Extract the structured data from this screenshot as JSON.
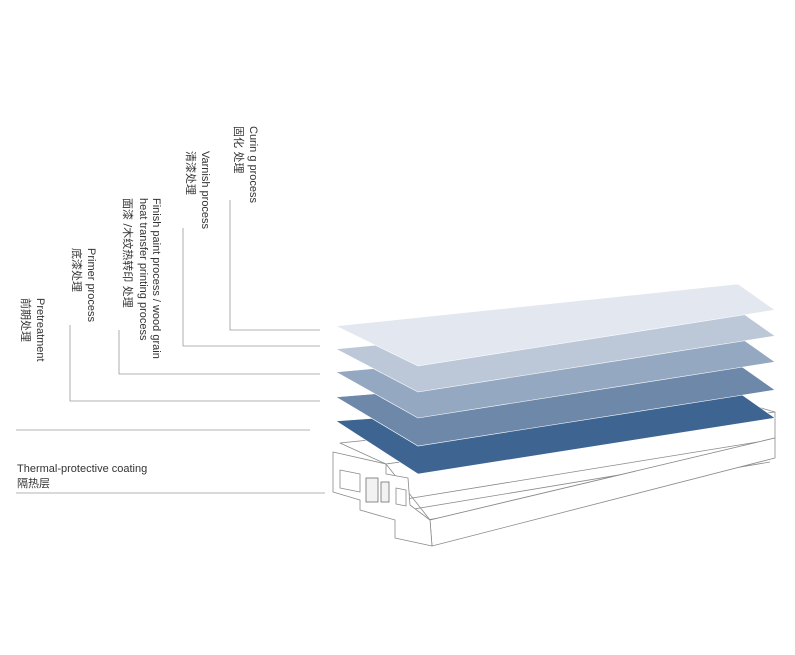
{
  "diagram": {
    "labels": {
      "curing_en": "Curin g process",
      "curing_cn": "固化 处理",
      "varnish_en": "Varnish process",
      "varnish_cn": "清漆处理",
      "finish_en_1": "Finish paint process / wood grain",
      "finish_en_2": "heat transfer printing process",
      "finish_cn": "面漆 /木纹热转印 处理",
      "primer_en": "Primer process",
      "primer_cn": "底漆处理",
      "pretreat_en": "Pretreatment",
      "pretreat_cn": "前期处理",
      "thermal_en": "Thermal-protective coating",
      "thermal_cn": "隔热层"
    },
    "colors": {
      "curing_layer": "#e2e7f0",
      "varnish_layer": "#bcc7d8",
      "finish_layer": "#95a8c2",
      "primer_layer": "#6e88aa",
      "pretreat_layer": "#3e6591",
      "leader_line": "#9a9a9a",
      "profile_stroke": "#8a8a8a",
      "text": "#333333"
    }
  }
}
